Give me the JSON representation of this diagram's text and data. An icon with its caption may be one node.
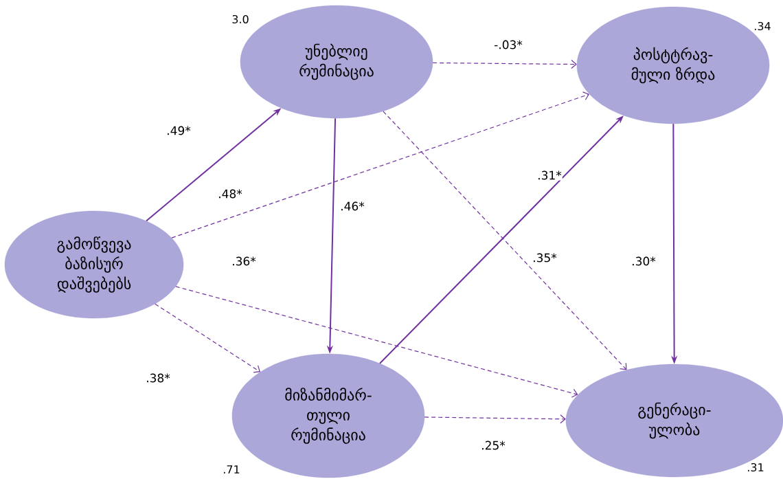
{
  "diagram": {
    "nodes": [
      {
        "text": [
          "გამოწვევა ბაზისურ დაშვებებს"
        ]
      },
      {
        "text": [
          "უნებლიე რუმინაცია"
        ],
        "beside": [
          "3.0"
        ]
      },
      {
        "text": [
          "პოსტტრავ- მული ზრდა"
        ],
        "beside": [
          ".34"
        ]
      },
      {
        "text": [
          "მიზანმიმარ- თული რუმინაცია"
        ],
        "beside": [
          ".71"
        ]
      },
      {
        "text": [
          "გენერაცი- ულობა"
        ],
        "beside": [
          ".31"
        ]
      }
    ],
    "edges": [
      {
        "from": 0,
        "to": 1,
        "arrow": "to",
        "label": ".49*"
      },
      {
        "from": 0,
        "to": 2,
        "arrow": "to",
        "label": ".48*",
        "style": "dashed"
      },
      {
        "from": 0,
        "to": 4,
        "arrow": "to",
        "label": ".36*",
        "style": "dashed"
      },
      {
        "from": 0,
        "to": 3,
        "arrow": "to",
        "label": ".38*",
        "style": "dashed"
      },
      {
        "from": 1,
        "to": 2,
        "arrow": "to",
        "label": "-.03*",
        "style": "dashed"
      },
      {
        "from": 1,
        "to": 3,
        "arrow": "to",
        "label": ".46*"
      },
      {
        "from": 1,
        "to": 4,
        "arrow": "to",
        "label": ".35*",
        "style": "dashed"
      },
      {
        "from": 3,
        "to": 2,
        "arrow": "to",
        "label": ".31*"
      },
      {
        "from": 2,
        "to": 4,
        "arrow": "to",
        "label": ".30*"
      },
      {
        "from": 3,
        "to": 4,
        "arrow": "to",
        "label": ".25*",
        "style": "dashed"
      }
    ]
  }
}
